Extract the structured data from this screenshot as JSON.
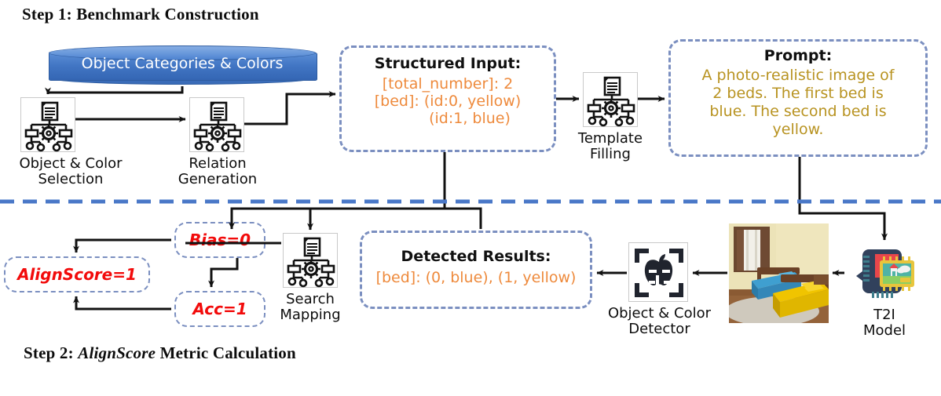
{
  "steps": {
    "step1": "Step 1: Benchmark Construction",
    "step2_prefix": "Step 2: ",
    "step2_italic": "AlignScore",
    "step2_suffix": " Metric Calculation"
  },
  "database": {
    "label": "Object Categories & Colors"
  },
  "nodes": {
    "object_color_selection": {
      "label_line1": "Object & Color",
      "label_line2": "Selection",
      "icon": "pipeline-gear-document-icon"
    },
    "relation_generation": {
      "label_line1": "Relation",
      "label_line2": "Generation",
      "icon": "pipeline-gear-document-icon"
    },
    "template_filling": {
      "label_line1": "Template",
      "label_line2": "Filling",
      "icon": "pipeline-gear-document-icon"
    },
    "search_mapping": {
      "label_line1": "Search",
      "label_line2": "Mapping",
      "icon": "pipeline-gear-document-icon"
    },
    "object_color_detector": {
      "label_line1": "Object & Color",
      "label_line2": "Detector",
      "icon": "apple-detection-bracket-icon"
    },
    "t2i_model": {
      "label_line1": "T2I",
      "label_line2": "Model",
      "icon": "robot-head-chip-icon"
    }
  },
  "structured_input": {
    "title": "Structured Input:",
    "lines": [
      "[total_number]: 2",
      "[bed]: (id:0, yellow)",
      "(id:1, blue)"
    ]
  },
  "prompt": {
    "title": "Prompt:",
    "lines": [
      "A photo-realistic image of",
      "2 beds. The first bed is",
      "blue. The second bed is",
      "yellow."
    ]
  },
  "detected_results": {
    "title": "Detected Results:",
    "line": "[bed]: (0, blue), (1, yellow)"
  },
  "metrics": {
    "bias": "Bias=0",
    "acc": "Acc=1",
    "align_score": "AlignScore=1"
  },
  "generated_image": {
    "alt": "bedroom with one blue bed and one yellow bed"
  },
  "colors": {
    "orange_text": "#ee8a3c",
    "gold_text": "#b89321",
    "red_text": "#f20b0b",
    "dashed_border": "#7b8fc0",
    "divider_blue": "#4a78c8",
    "cylinder_blue": "#4276c4",
    "arrow_black": "#111111"
  }
}
